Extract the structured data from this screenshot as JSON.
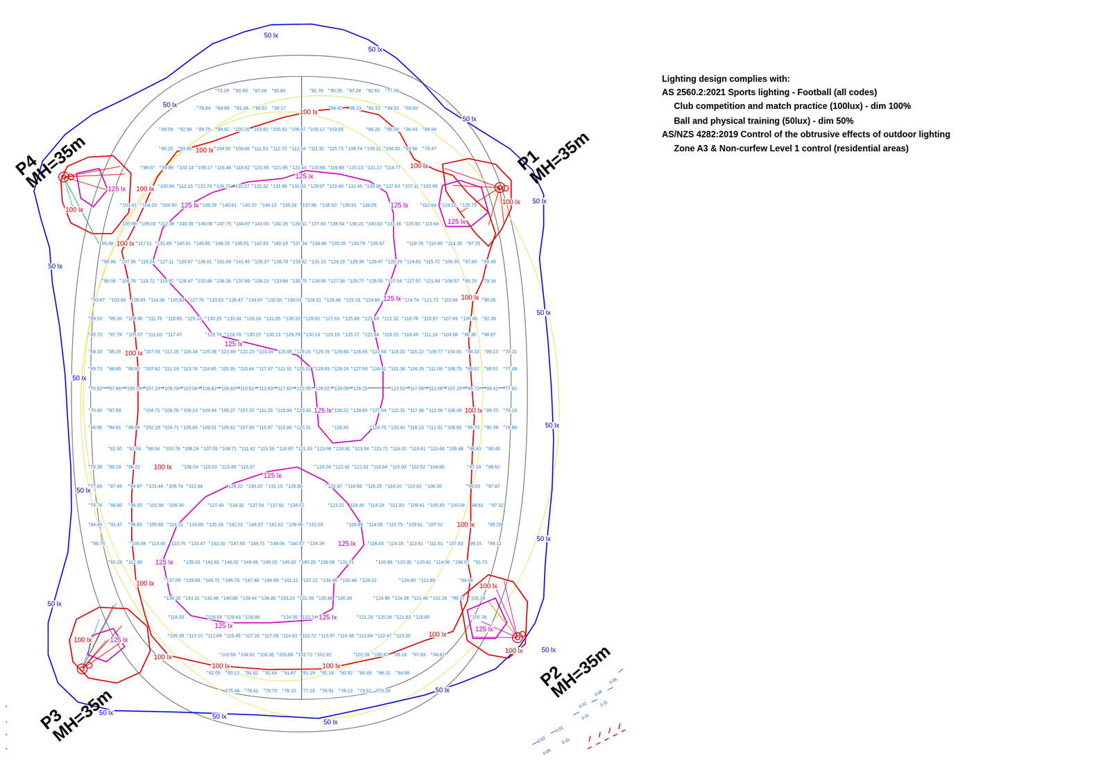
{
  "diagram": {
    "labels": [
      "Lighting design complies with:",
      "AS 2560.2:2021 Sports lighting - Football (all codes)",
      "Club competition and match practice (100lux) - dim 100%",
      "Ball and physical training (50lux) - dim 50%",
      "AS/NZS 4282:2019 Control of the obtrusive effects of outdoor lighting",
      "Zone A3 & Non-curfew Level 1 control (residential areas)",
      "P1",
      "MH=35m",
      "P2",
      "MH=35m",
      "P3",
      "MH=35m",
      "P4",
      "MH=35m",
      "50 lx",
      "50 lx",
      "50 lx",
      "50 lx",
      "50 lx",
      "50 lx",
      "50 lx",
      "50 lx",
      "50 lx",
      "50 lx",
      "50 lx",
      "50 lx",
      "50 lx",
      "50 lx",
      "50 lx",
      "50 lx",
      "50 lx",
      "100 lx",
      "100 lx",
      "100 lx",
      "100 lx",
      "100 lx",
      "100 lx",
      "100 lx",
      "100 lx",
      "100 lx",
      "100 lx",
      "100 lx",
      "100 lx",
      "100 lx",
      "100 lx",
      "100 lx",
      "100 lx",
      "100 lx",
      "100 lx",
      "100 lx",
      "100 lx",
      "125 lx",
      "125 lx",
      "125 lx",
      "125 lx",
      "125 lx",
      "125 lx",
      "125 lx",
      "125 lx",
      "125 lx",
      "125 lx",
      "125 lx",
      "125 lx",
      "125 lx",
      "125 lx",
      "125 lx",
      "0.02",
      "0.02",
      "0.02",
      "0.06",
      "0.06",
      "0.09",
      "0.10",
      "0.11",
      "0.11",
      "73.29",
      "81.93",
      "87.28",
      "90.63",
      "91.76",
      "90.35",
      "87.28",
      "82.61",
      "77.34",
      "78.84",
      "84.69",
      "91.18",
      "96.51",
      "98.17",
      "98.42",
      "96.13",
      "92.10",
      "88.31",
      "83.83",
      "89.09",
      "92.98",
      "89.75",
      "94.82",
      "100.26",
      "103.82",
      "105.82",
      "105.87",
      "105.12",
      "103.55",
      "98.28",
      "95.08",
      "90.43",
      "89.84",
      "90.25",
      "93.80",
      "104.50",
      "108.88",
      "111.53",
      "112.70",
      "112.54",
      "111.92",
      "110.73",
      "109.74",
      "109.21",
      "104.00",
      "93.56",
      "78.47",
      "98.07",
      "99.99",
      "102.14",
      "109.17",
      "115.48",
      "119.42",
      "121.55",
      "121.95",
      "121.44",
      "120.65",
      "119.93",
      "120.13",
      "121.17",
      "114.77",
      "100.94",
      "112.15",
      "122.74",
      "128.73",
      "131.27",
      "132.32",
      "131.96",
      "131.02",
      "129.97",
      "129.40",
      "131.45",
      "133.88",
      "127.63",
      "107.11",
      "102.96",
      "103.41",
      "104.29",
      "104.50",
      "138.29",
      "140.81",
      "140.20",
      "140.13",
      "139.24",
      "137.86",
      "136.50",
      "135.81",
      "138.05",
      "112.64",
      "124.15",
      "125.73",
      "100.98",
      "106.03",
      "112.36",
      "140.35",
      "146.09",
      "147.75",
      "144.87",
      "143.00",
      "141.35",
      "139.51",
      "137.43",
      "136.54",
      "138.23",
      "140.03",
      "133.36",
      "115.93",
      "113.64",
      "105.48",
      "117.51",
      "131.49",
      "140.81",
      "145.65",
      "146.78",
      "145.01",
      "142.63",
      "140.19",
      "137.34",
      "134.88",
      "133.05",
      "133.79",
      "135.67",
      "119.76",
      "110.99",
      "114.39",
      "97.25",
      "98.96",
      "107.95",
      "119.24",
      "127.11",
      "134.67",
      "138.81",
      "141.04",
      "141.45",
      "139.37",
      "136.78",
      "133.62",
      "131.13",
      "129.25",
      "129.38",
      "129.47",
      "128.29",
      "124.61",
      "115.72",
      "106.30",
      "97.80",
      "88.49",
      "95.06",
      "106.76",
      "114.72",
      "119.97",
      "126.47",
      "132.48",
      "136.36",
      "137.89",
      "136.23",
      "133.68",
      "130.75",
      "129.06",
      "127.38",
      "125.77",
      "126.00",
      "127.54",
      "127.57",
      "121.58",
      "108.57",
      "95.20",
      "79.16",
      "93.67",
      "103.68",
      "109.93",
      "114.36",
      "120.63",
      "127.79",
      "133.53",
      "135.47",
      "134.97",
      "132.50",
      "130.01",
      "128.21",
      "126.48",
      "125.19",
      "124.68",
      "124.74",
      "121.72",
      "110.86",
      "90.05",
      "89.53",
      "99.38",
      "106.90",
      "111.75",
      "118.65",
      "125.16",
      "130.25",
      "133.34",
      "133.24",
      "131.55",
      "130.33",
      "128.62",
      "127.63",
      "125.89",
      "123.69",
      "121.32",
      "119.76",
      "115.97",
      "107.69",
      "100.46",
      "92.39",
      "85.73",
      "97.79",
      "105.57",
      "111.63",
      "117.47",
      "126.74",
      "128.79",
      "130.20",
      "130.13",
      "129.79",
      "130.14",
      "128.19",
      "125.17",
      "122.84",
      "119.23",
      "118.49",
      "111.18",
      "104.58",
      "98.38",
      "90.67",
      "69.10",
      "85.25",
      "107.09",
      "112.25",
      "116.34",
      "120.36",
      "121.49",
      "122.23",
      "123.34",
      "125.95",
      "129.24",
      "129.78",
      "129.64",
      "126.55",
      "123.54",
      "119.33",
      "115.22",
      "109.77",
      "104.91",
      "98.33",
      "89.13",
      "78.31",
      "69.73",
      "86.65",
      "99.80",
      "107.62",
      "112.29",
      "113.74",
      "114.85",
      "115.35",
      "115.84",
      "117.97",
      "121.51",
      "125.13",
      "129.63",
      "129.24",
      "127.59",
      "124.91",
      "121.34",
      "116.25",
      "111.06",
      "106.75",
      "99.57",
      "89.01",
      "77.49",
      "70.52",
      "87.86",
      "100.79",
      "107.14",
      "109.78",
      "110.04",
      "108.62",
      "108.83",
      "110.91",
      "113.63",
      "117.62",
      "122.05",
      "126.02",
      "129.09",
      "129.25",
      "123.51",
      "117.09",
      "112.06",
      "107.20",
      "99.73",
      "89.42",
      "77.82",
      "70.40",
      "87.58",
      "104.71",
      "106.76",
      "106.23",
      "104.94",
      "105.37",
      "107.20",
      "111.25",
      "115.84",
      "120.33",
      "128.22",
      "128.60",
      "127.04",
      "122.31",
      "117.38",
      "112.09",
      "106.49",
      "89.70",
      "78.15",
      "88.95",
      "94.91",
      "99.99",
      "102.29",
      "104.71",
      "105.80",
      "105.01",
      "105.62",
      "107.60",
      "110.97",
      "115.98",
      "120.31",
      "126.45",
      "124.75",
      "120.41",
      "116.23",
      "112.01",
      "106.65",
      "99.70",
      "90.39",
      "78.98",
      "81.50",
      "92.04",
      "98.04",
      "103.78",
      "106.24",
      "107.05",
      "108.71",
      "111.42",
      "115.38",
      "118.97",
      "121.93",
      "123.06",
      "124.91",
      "123.94",
      "121.71",
      "118.32",
      "114.61",
      "110.48",
      "105.86",
      "96.83",
      "90.45",
      "79.39",
      "89.24",
      "96.22",
      "106.04",
      "110.03",
      "113.49",
      "118.37",
      "124.24",
      "122.42",
      "121.61",
      "118.84",
      "115.93",
      "112.52",
      "108.65",
      "97.14",
      "89.52",
      "77.85",
      "87.89",
      "94.97",
      "101.44",
      "106.74",
      "112.84",
      "126.32",
      "130.10",
      "131.13",
      "129.56",
      "122.47",
      "118.56",
      "116.29",
      "114.20",
      "110.82",
      "106.30",
      "95.03",
      "87.87",
      "79.76",
      "88.60",
      "95.55",
      "101.98",
      "109.30",
      "127.44",
      "134.32",
      "137.54",
      "137.61",
      "134.02",
      "123.21",
      "118.45",
      "114.19",
      "111.83",
      "109.41",
      "105.45",
      "100.08",
      "94.61",
      "87.32",
      "84.40",
      "91.47",
      "99.93",
      "105.65",
      "114.21",
      "124.89",
      "135.16",
      "142.01",
      "144.57",
      "142.83",
      "136.06",
      "131.03",
      "118.98",
      "114.05",
      "110.75",
      "109.61",
      "107.02",
      "89.29",
      "88.75",
      "105.56",
      "114.40",
      "123.75",
      "133.47",
      "142.35",
      "147.50",
      "148.71",
      "146.06",
      "140.57",
      "134.39",
      "116.43",
      "114.15",
      "113.61",
      "111.51",
      "107.83",
      "99.15",
      "89.12",
      "93.29",
      "112.89",
      "135.33",
      "141.62",
      "146.32",
      "149.48",
      "149.20",
      "145.82",
      "140.28",
      "136.06",
      "131.01",
      "120.98",
      "120.35",
      "120.42",
      "114.06",
      "106.07",
      "91.73",
      "137.09",
      "133.88",
      "145.71",
      "146.78",
      "147.48",
      "144.99",
      "141.12",
      "137.22",
      "134.96",
      "132.48",
      "128.22",
      "124.40",
      "121.65",
      "94.08",
      "136.28",
      "143.31",
      "142.46",
      "140.88",
      "139.44",
      "136.85",
      "133.23",
      "131.08",
      "130.88",
      "130.28",
      "124.98",
      "124.36",
      "121.48",
      "102.28",
      "99.37",
      "108.28",
      "118.33",
      "129.58",
      "129.63",
      "128.88",
      "124.35",
      "123.24",
      "121.28",
      "120.26",
      "121.63",
      "118.80",
      "100.76",
      "105.38",
      "110.10",
      "112.64",
      "115.45",
      "117.28",
      "117.28",
      "114.83",
      "113.72",
      "113.97",
      "114.36",
      "112.84",
      "112.47",
      "113.30",
      "102.59",
      "104.81",
      "105.35",
      "103.69",
      "102.72",
      "102.92",
      "102.08",
      "100.87",
      "99.18",
      "97.63",
      "94.61",
      "92.05",
      "93.13",
      "91.82",
      "92.64",
      "91.67",
      "91.19",
      "91.18",
      "90.92",
      "89.49",
      "86.31",
      "84.99",
      "75.46",
      "76.41",
      "78.70",
      "78.10",
      "77.15",
      "76.91",
      "76.13",
      "73.52",
      "70.28"
    ]
  }
}
